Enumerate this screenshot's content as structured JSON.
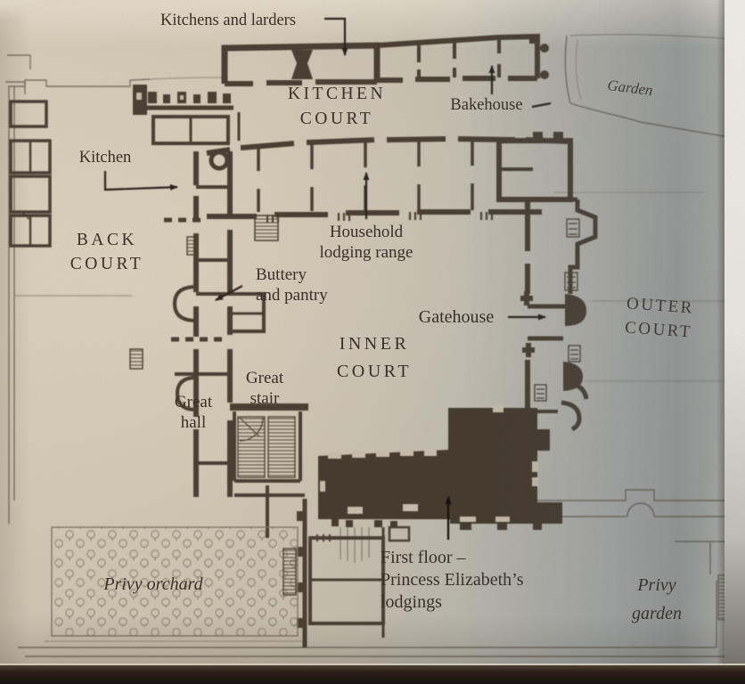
{
  "photo": {
    "kind": "book page photograph of a Tudor palace floor plan",
    "colors": {
      "paper": "#c7beac",
      "ink": "#473e32",
      "text": "#39302a",
      "page_edge": "#edebe4",
      "bottom_band": "#1b1410"
    }
  },
  "plan": {
    "labels": {
      "kitchens_and_larders": {
        "text": "Kitchens and larders"
      },
      "kitchen_court": {
        "line1": "KITCHEN",
        "line2": "COURT"
      },
      "bakehouse": {
        "text": "Bakehouse"
      },
      "garden": {
        "text": "Garden"
      },
      "kitchen": {
        "text": "Kitchen"
      },
      "back_court": {
        "line1": "BACK",
        "line2": "COURT"
      },
      "household_lodging_range": {
        "line1": "Household",
        "line2": "lodging range"
      },
      "buttery_and_pantry": {
        "line1": "Buttery",
        "line2": "and pantry"
      },
      "gatehouse": {
        "text": "Gatehouse"
      },
      "outer_court": {
        "line1": "OUTER",
        "line2": "COURT"
      },
      "inner_court": {
        "line1": "INNER",
        "line2": "COURT"
      },
      "great_stair": {
        "line1": "Great",
        "line2": "stair"
      },
      "great_hall": {
        "line1": "Great",
        "line2": "hall"
      },
      "first_floor_lodgings": {
        "line1": "First floor –",
        "line2": "Princess Elizabeth’s",
        "line3": "lodgings"
      },
      "privy_orchard": {
        "text": "Privy orchard"
      },
      "privy_garden": {
        "line1": "Privy",
        "line2": "garden"
      }
    }
  }
}
